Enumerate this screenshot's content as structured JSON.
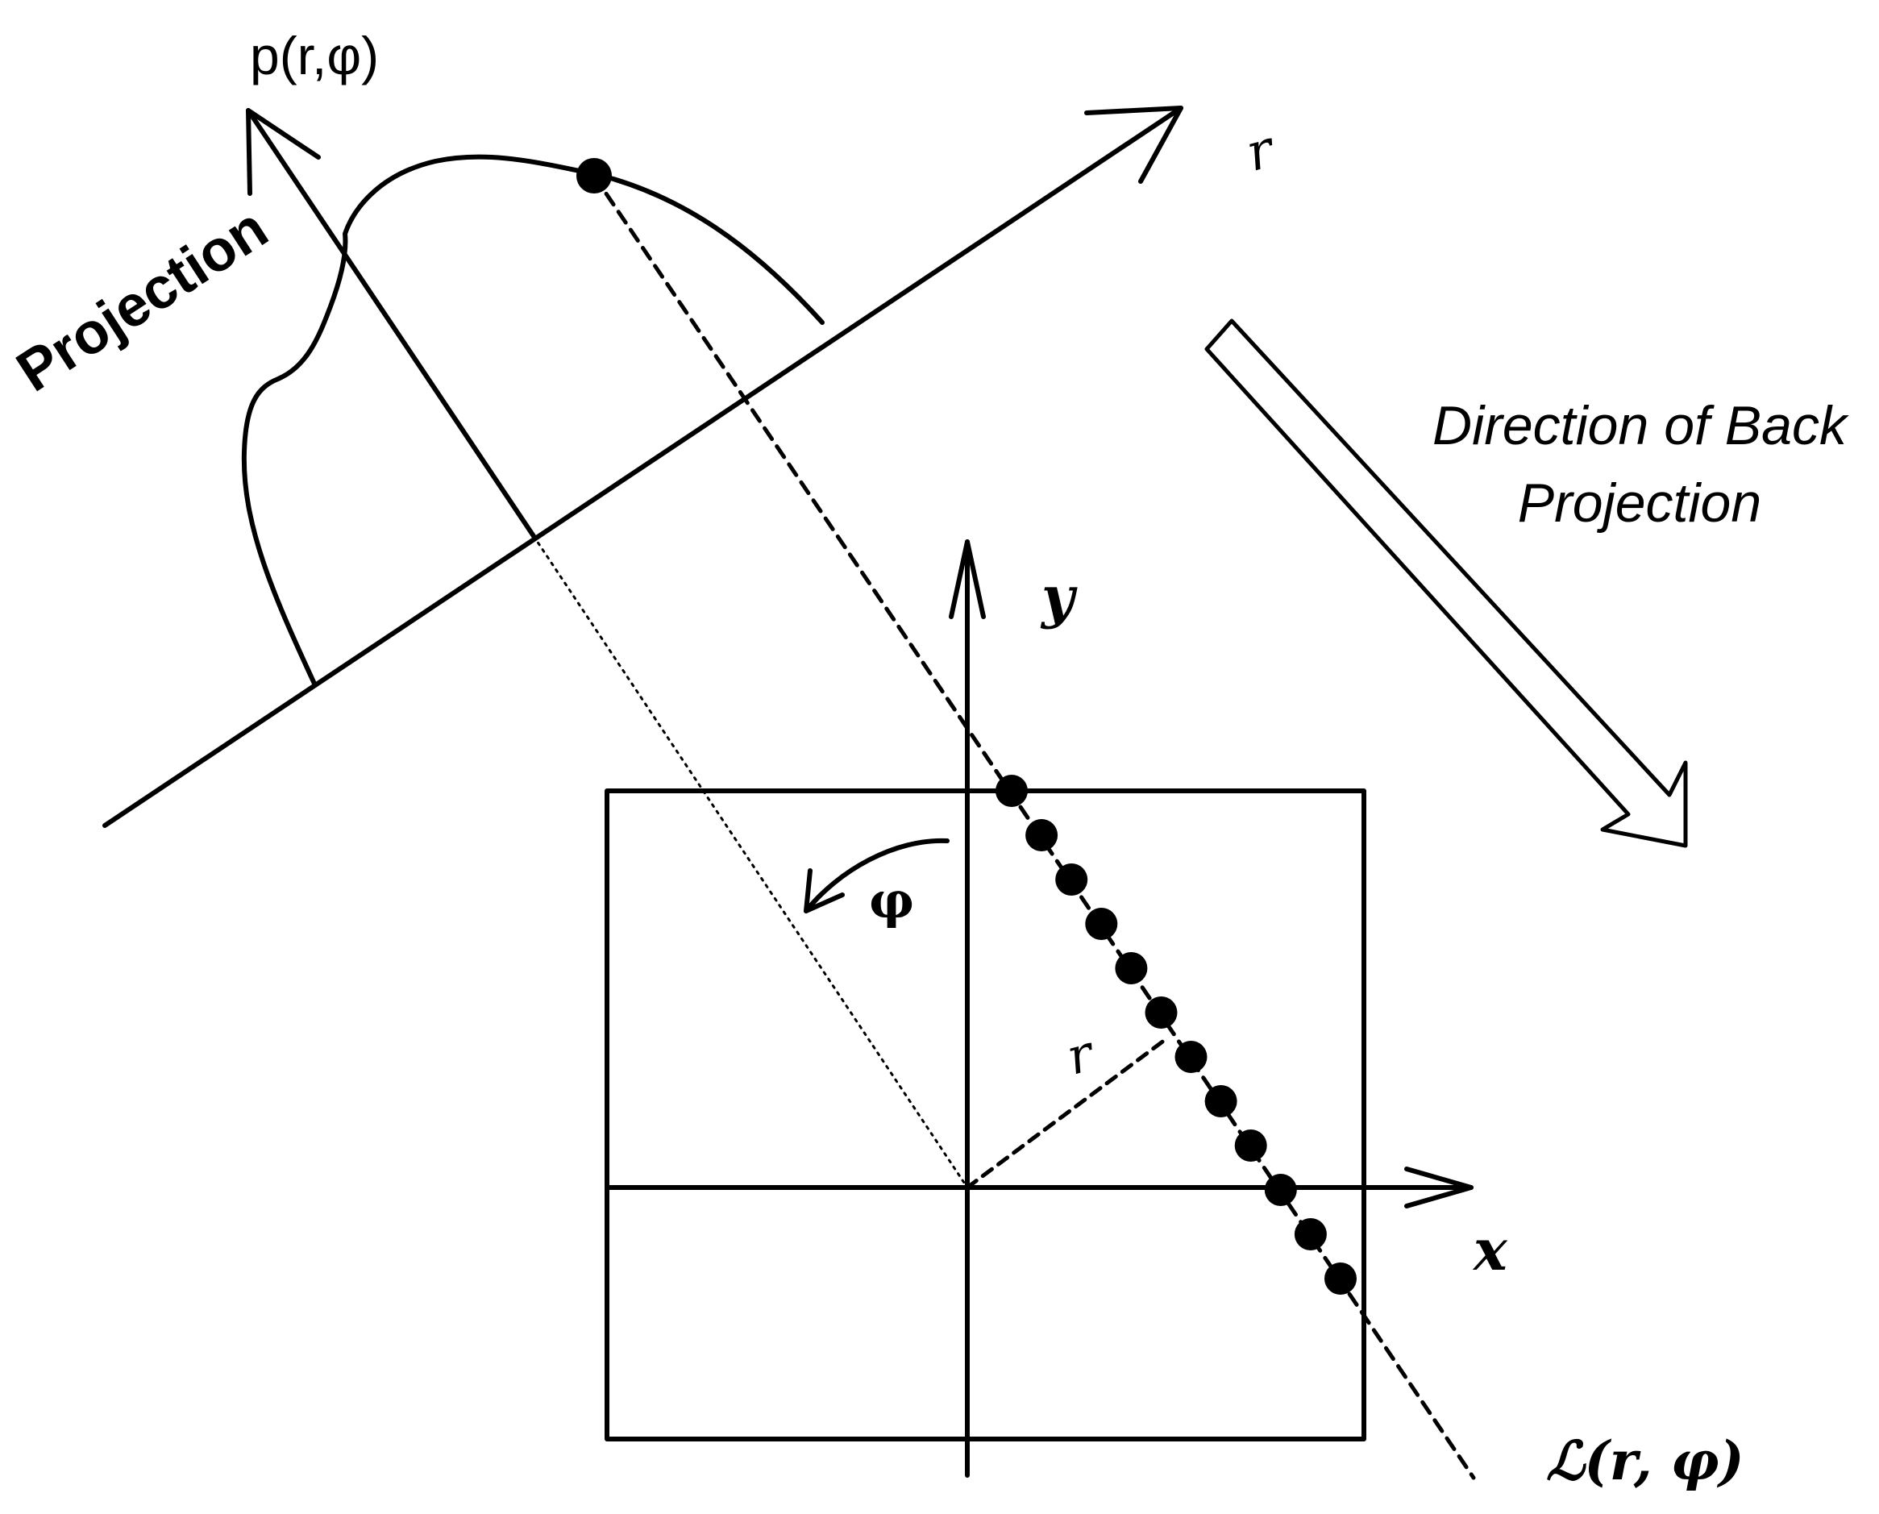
{
  "labels": {
    "projection_axis": "p(r,φ)",
    "r_axis": "r",
    "projection": "Projection",
    "direction_line1": "Direction of Back",
    "direction_line2": "Projection",
    "y_axis": "y",
    "x_axis": "x",
    "phi": "φ",
    "r_inner": "r",
    "line_label": "ℒ(r, φ)"
  },
  "colors": {
    "ink": "#000000",
    "background": "#ffffff"
  },
  "sample_points_on_line": 12
}
